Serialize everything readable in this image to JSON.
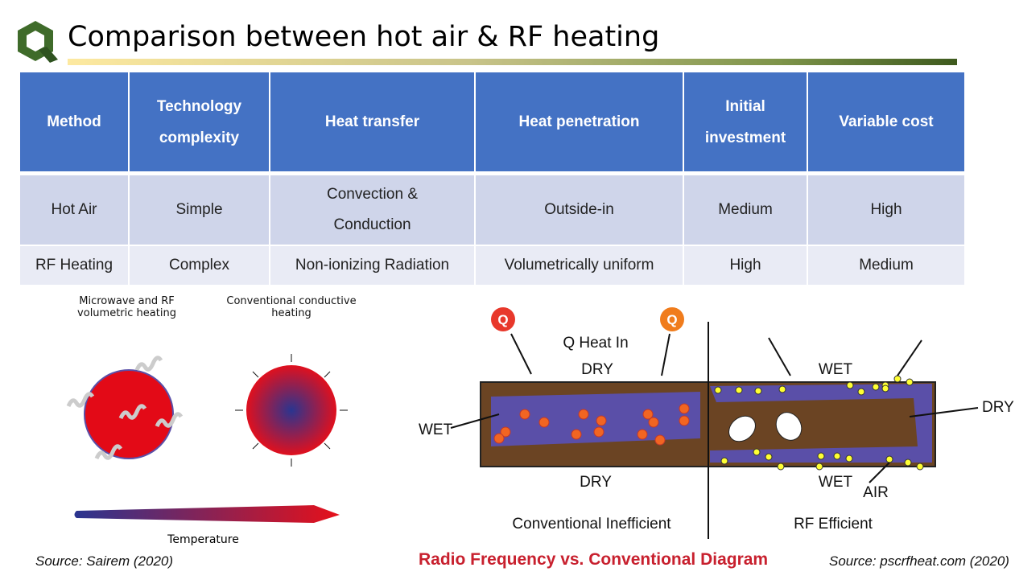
{
  "title": "Comparison between hot air & RF heating",
  "logo_letter": "Q",
  "table": {
    "headers": [
      "Method",
      "Technology complexity",
      "Heat transfer",
      "Heat penetration",
      "Initial investment",
      "Variable cost"
    ],
    "rows": [
      [
        "Hot Air",
        "Simple",
        "Convection & Conduction",
        "Outside-in",
        "Medium",
        "High"
      ],
      [
        "RF Heating",
        "Complex",
        "Non-ionizing Radiation",
        "Volumetrically uniform",
        "High",
        "Medium"
      ]
    ]
  },
  "left_figure": {
    "caption_left": "Microwave and RF volumetric heating",
    "caption_right": "Conventional conductive heating",
    "scale_label": "Temperature",
    "source": "Source: Sairem (2020)"
  },
  "right_figure": {
    "q_label": "Q",
    "heat_in": "Q Heat In",
    "dry_top": "DRY",
    "wet_left": "WET",
    "dry_bottom": "DRY",
    "conv_label": "Conventional Inefficient",
    "wet_top_right": "WET",
    "dry_right": "DRY",
    "wet_bottom_right": "WET",
    "air": "AIR",
    "rf_label": "RF Efficient",
    "title": "Radio Frequency vs. Conventional Diagram",
    "source": "Source: pscrfheat.com (2020)"
  },
  "colors": {
    "header": "#4472c4",
    "row1": "#cfd5ea",
    "row2": "#e9ebf5",
    "brown": "#6b4423",
    "purple": "#5a4fa8"
  }
}
